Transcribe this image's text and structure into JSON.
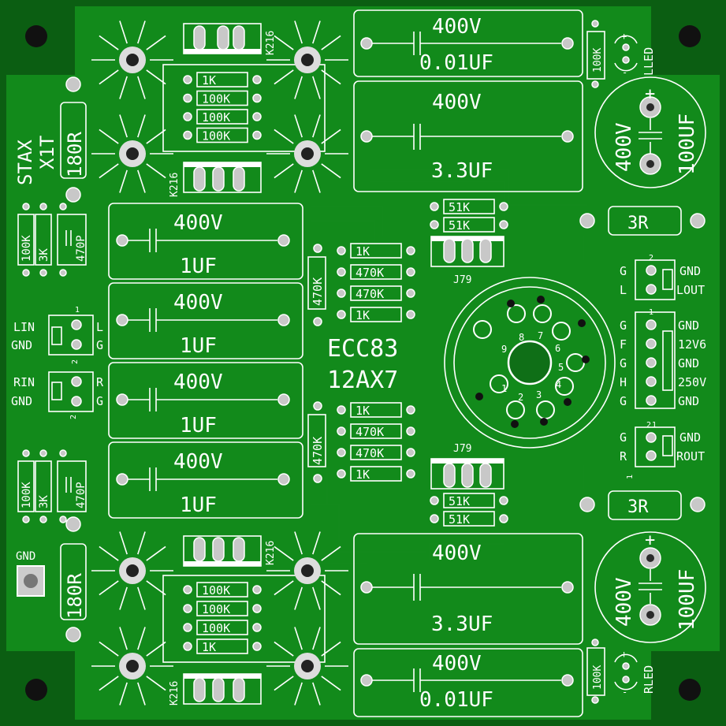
{
  "board": {
    "colors": {
      "background": "#0b5e12",
      "copper": "#138a1c",
      "silk": "#ffffff",
      "pad": "#c8c8c8"
    }
  },
  "title_block": {
    "line1": "STAX",
    "line2": "X1T"
  },
  "tube": {
    "line1": "ECC83",
    "line2": "12AX7",
    "pins": [
      "1",
      "2",
      "3",
      "4",
      "5",
      "6",
      "7",
      "8",
      "9"
    ]
  },
  "caps_top": {
    "c1_voltage": "400V",
    "c1_value": "0.01UF",
    "c2_voltage": "400V",
    "c2_value": "3.3UF"
  },
  "caps_bottom": {
    "c1_voltage": "400V",
    "c1_value": "3.3UF",
    "c2_voltage": "400V",
    "c2_value": "0.01UF"
  },
  "caps_center": [
    {
      "voltage": "400V",
      "value": "1UF"
    },
    {
      "voltage": "400V",
      "value": "1UF"
    },
    {
      "voltage": "400V",
      "value": "1UF"
    },
    {
      "voltage": "400V",
      "value": "1UF"
    }
  ],
  "electrolytics": {
    "top": {
      "voltage": "400V",
      "value": "100UF"
    },
    "bottom": {
      "voltage": "400V",
      "value": "100UF"
    }
  },
  "resistors": {
    "r180_top": "180R",
    "r180_bottom": "180R",
    "r3_top": "3R",
    "r3_bottom": "3R",
    "top_stack": [
      "1K",
      "100K",
      "100K",
      "100K"
    ],
    "bottom_stack": [
      "100K",
      "100K",
      "100K",
      "1K"
    ],
    "upper_mid": [
      "1K",
      "470K",
      "470K",
      "1K"
    ],
    "lower_mid": [
      "1K",
      "470K",
      "470K",
      "1K"
    ],
    "upper_51k": [
      "51K",
      "51K"
    ],
    "lower_51k": [
      "51K",
      "51K"
    ],
    "left_upper": [
      "100K",
      "3K"
    ],
    "left_lower": [
      "100K",
      "3K"
    ],
    "r470k_upper": "470K",
    "r470k_lower": "470K",
    "r100k_tr": "100K",
    "r100k_br": "100K"
  },
  "cap470p": {
    "upper": "470P",
    "lower": "470P"
  },
  "regulators": {
    "top_upper": "K216",
    "top_lower": "K216",
    "bottom_upper": "K216",
    "bottom_lower": "K216"
  },
  "jumpers": {
    "upper": "J79",
    "lower": "J79"
  },
  "leds": {
    "top": "LLED",
    "bottom": "RLED",
    "plus": "+",
    "minus": "-"
  },
  "connectors": {
    "lin": {
      "left1": "LIN",
      "left2": "GND",
      "right1": "L",
      "right2": "G",
      "num1": "1",
      "num2": "2"
    },
    "rin": {
      "left1": "RIN",
      "left2": "GND",
      "right1": "R",
      "right2": "G",
      "num2": "2"
    },
    "lout": {
      "left1": "G",
      "left2": "L",
      "right1": "GND",
      "right2": "LOUT",
      "num": "2"
    },
    "power": {
      "left": [
        "G",
        "F",
        "G",
        "H",
        "G"
      ],
      "right": [
        "GND",
        "12V6",
        "GND",
        "250V",
        "GND"
      ],
      "num": "1"
    },
    "rout": {
      "left1": "G",
      "left2": "R",
      "right1": "GND",
      "right2": "ROUT",
      "num1": "2",
      "num2": "1",
      "num_side": "1"
    }
  },
  "gnd_pad": "GND",
  "elec_polarity": "+"
}
